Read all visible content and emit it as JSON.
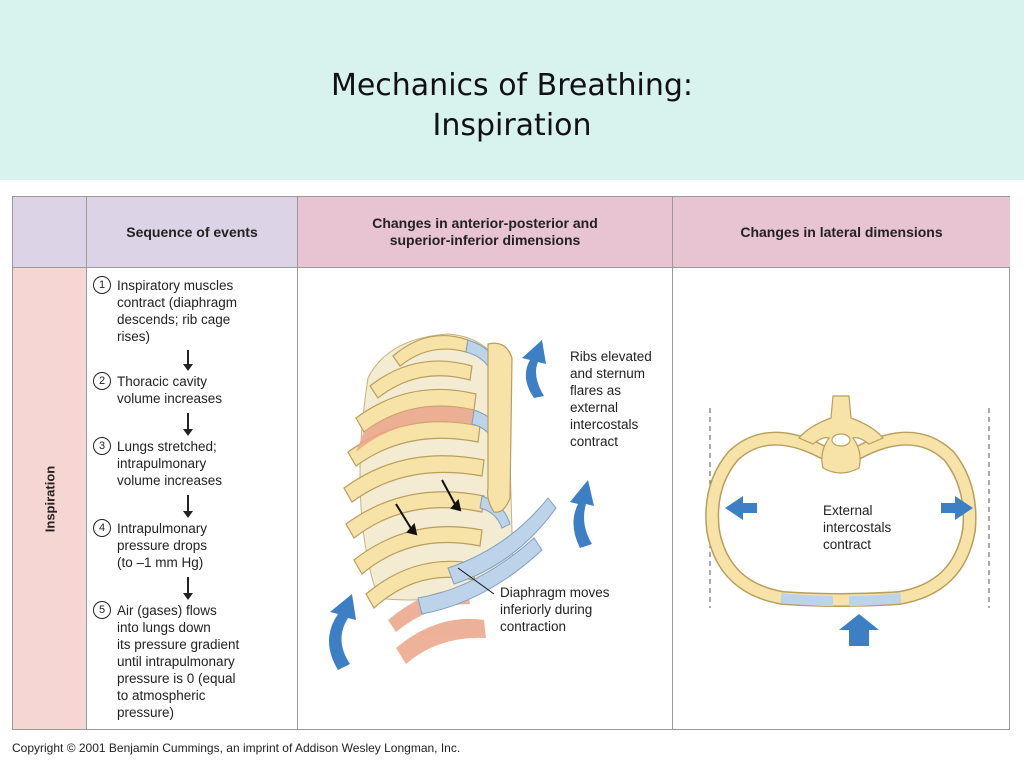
{
  "slide": {
    "title_line1": "Mechanics of Breathing:",
    "title_line2": "Inspiration"
  },
  "figure": {
    "headers": {
      "sequence": "Sequence of events",
      "ap_line1": "Changes in anterior-posterior and",
      "ap_line2": "superior-inferior dimensions",
      "lateral": "Changes in lateral dimensions"
    },
    "row_label": "Inspiration",
    "steps": [
      {
        "num": "1",
        "lines": [
          "Inspiratory muscles",
          "contract (diaphragm",
          "descends; rib cage",
          "rises)"
        ]
      },
      {
        "num": "2",
        "lines": [
          "Thoracic cavity",
          "volume increases"
        ]
      },
      {
        "num": "3",
        "lines": [
          "Lungs stretched;",
          "intrapulmonary",
          "volume increases"
        ]
      },
      {
        "num": "4",
        "lines": [
          "Intrapulmonary",
          "pressure drops",
          "(to –1 mm Hg)"
        ]
      },
      {
        "num": "5",
        "lines": [
          "Air (gases) flows",
          "into lungs down",
          "its pressure gradient",
          "until intrapulmonary",
          "pressure is 0 (equal",
          "to atmospheric",
          "pressure)"
        ]
      }
    ],
    "ap_annotations": {
      "ribs": [
        "Ribs elevated",
        "and sternum",
        "flares as",
        "external",
        "intercostals",
        "contract"
      ],
      "diaphragm": [
        "Diaphragm moves",
        "inferiorly during",
        "contraction"
      ]
    },
    "lateral_annotation": [
      "External",
      "intercostals",
      "contract"
    ]
  },
  "copyright": "Copyright © 2001 Benjamin Cummings, an imprint of Addison Wesley Longman, Inc.",
  "colors": {
    "title_band": "#d8f3ee",
    "header_pink": "#e8c3d2",
    "header_lavender": "#dcd3e6",
    "side_pink": "#f6d6d2",
    "bone": "#f7e3a8",
    "cartilage": "#bcd3ea",
    "muscle": "#eba488",
    "arrow_blue": "#3d7fc4"
  }
}
